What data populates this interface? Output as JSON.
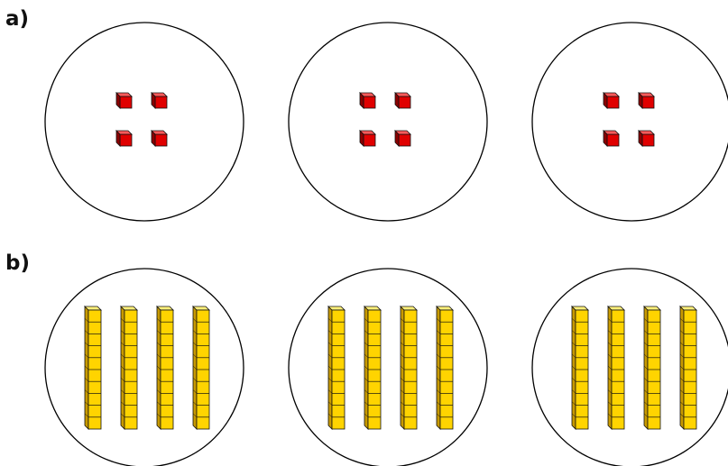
{
  "parts": [
    {
      "label": "a)",
      "item": "unit-cube",
      "groups": 3,
      "items_per_group": 4
    },
    {
      "label": "b)",
      "item": "ten-rod",
      "groups": 3,
      "items_per_group": 4,
      "cubes_per_item": 10
    }
  ],
  "colors": {
    "circle_stroke": "#000000",
    "cube_front": "#e00000",
    "cube_top": "#ff5a5a",
    "cube_side": "#8a0000",
    "rod_front": "#ffd400",
    "rod_top": "#fff07a",
    "rod_side": "#c89a00",
    "outline": "#111111"
  }
}
